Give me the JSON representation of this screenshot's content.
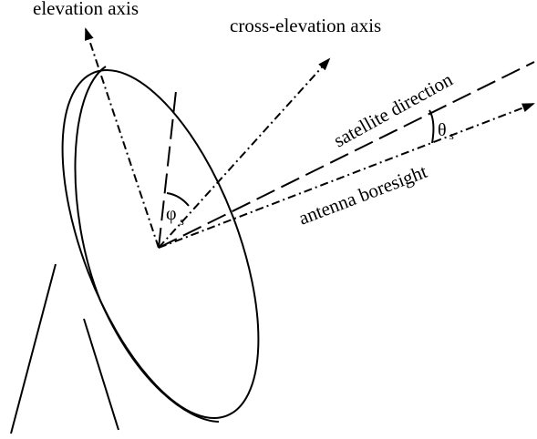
{
  "labels": {
    "elevation_axis": "elevation axis",
    "cross_elevation_axis": "cross-elevation axis",
    "satellite_direction": "satellite direction",
    "antenna_boresight": "antenna boresight",
    "theta_symbol": "θ",
    "theta_subscript": "s",
    "phi_symbol": "φ",
    "phi_subscript": "s"
  },
  "colors": {
    "stroke": "#000000",
    "background": "#ffffff"
  }
}
